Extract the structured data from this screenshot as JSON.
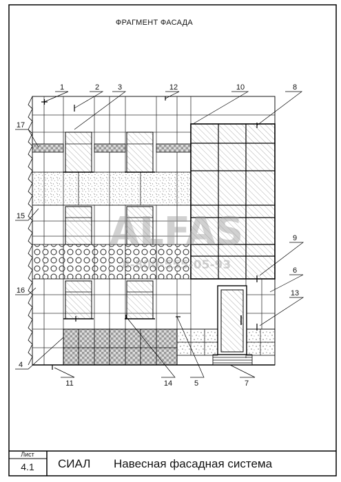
{
  "drawing": {
    "title": "ФРАГМЕНТ ФАСАДА",
    "callouts": [
      "1",
      "2",
      "3",
      "12",
      "10",
      "8",
      "17",
      "15",
      "9",
      "6",
      "16",
      "13",
      "4",
      "11",
      "14",
      "5",
      "7"
    ]
  },
  "watermark": {
    "logo_text": "ALFAS",
    "phone_text": "8-800-555-05-93"
  },
  "title_block": {
    "sheet_label": "Лист",
    "sheet_number": "4.1",
    "company": "СИАЛ",
    "doc_title": "Навесная фасадная система"
  }
}
